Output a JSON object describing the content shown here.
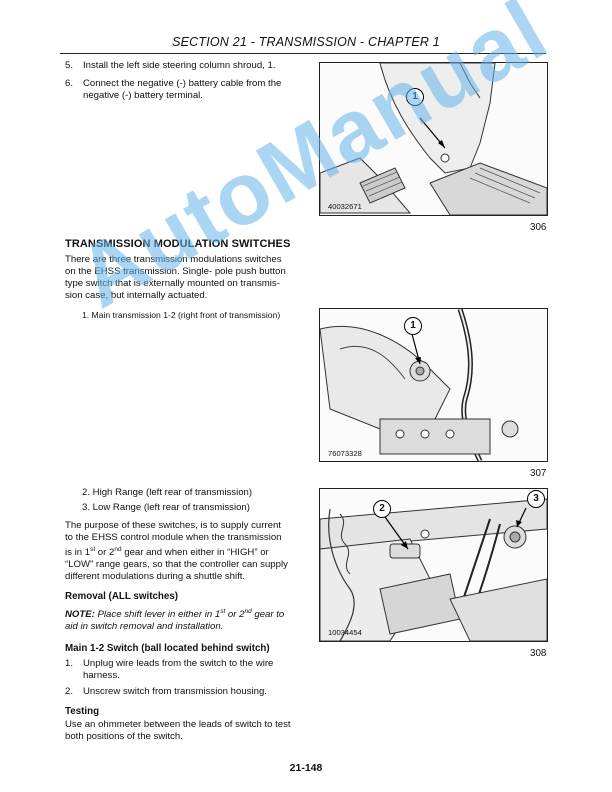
{
  "header": {
    "title": "SECTION 21 - TRANSMISSION - CHAPTER 1"
  },
  "steps_top": [
    {
      "num": "5.",
      "text": "Install the left side steering column shroud, 1."
    },
    {
      "num": "6.",
      "line1": "Connect the negative (-) battery cable from the",
      "line2": "negative (-) battery terminal."
    }
  ],
  "section": {
    "heading": "TRANSMISSION MODULATION SWITCHES",
    "intro_lines": [
      "There are three transmission modulations switches",
      "on the EHSS transmission. Single- pole push button",
      "type switch that is externally mounted on transmis-",
      "sion case, but internally actuated."
    ],
    "switch1": "1. Main transmission 1-2 (right front of transmission)",
    "switch2": "2. High Range (left rear of transmission)",
    "switch3": "3. Low Range (left rear of transmission)",
    "purpose_lines": [
      {
        "a": "The purpose of these switches, is to supply current"
      },
      {
        "a": "to the EHSS control module when the transmission"
      },
      {
        "a": "is in 1",
        "sup1": "st",
        "b": " or 2",
        "sup2": "nd",
        "c": " gear and when either in “HIGH” or"
      },
      {
        "a": "“LOW” range gears, so that the controller can supply"
      },
      {
        "a": "different modulations during a shuttle shift."
      }
    ]
  },
  "removal": {
    "heading": "Removal (ALL switches)",
    "note_label": "NOTE:",
    "note_a": " Place shift lever in either in 1",
    "note_sup1": "st",
    "note_b": " or 2",
    "note_sup2": "nd",
    "note_c": " gear to",
    "note_line2": "aid in switch removal and installation."
  },
  "main12": {
    "heading": "Main 1-2 Switch (ball located behind switch)",
    "steps": [
      {
        "num": "1.",
        "line1": "Unplug wire leads from the switch to the wire",
        "line2": "harness."
      },
      {
        "num": "2.",
        "line1": "Unscrew switch from transmission housing."
      }
    ]
  },
  "testing": {
    "heading": "Testing",
    "line1": "Use an ohmmeter between the leads of switch to test",
    "line2": "both positions of the switch."
  },
  "figures": [
    {
      "code": "40032671",
      "number": "306",
      "callouts": [
        "1"
      ]
    },
    {
      "code": "76073328",
      "number": "307",
      "callouts": [
        "1"
      ]
    },
    {
      "code": "10034454",
      "number": "308",
      "callouts": [
        "2",
        "3"
      ]
    }
  ],
  "watermark": "AutoManual",
  "page_number": "21-148"
}
